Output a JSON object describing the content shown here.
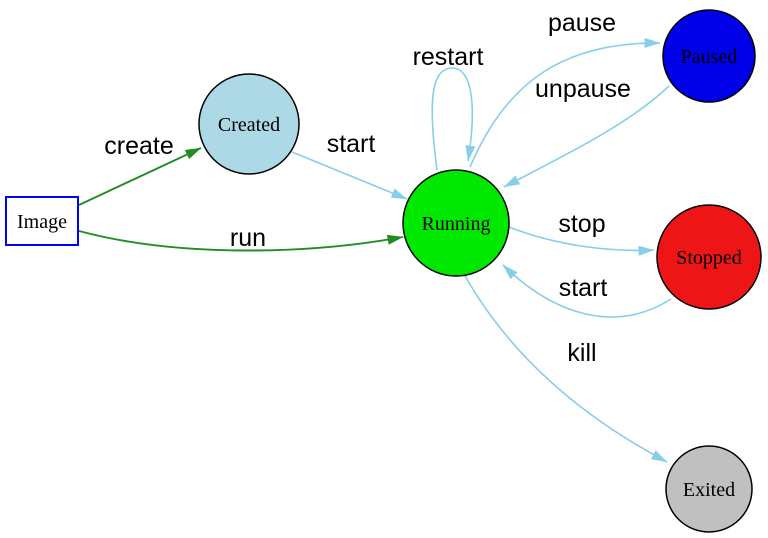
{
  "diagram": {
    "type": "state-diagram",
    "background": "#ffffff",
    "nodes": {
      "image": {
        "label": "Image",
        "shape": "rectangle",
        "fill": "#ffffff",
        "stroke": "#0000ff"
      },
      "created": {
        "label": "Created",
        "shape": "circle",
        "fill": "#add8e6",
        "stroke": "#000000"
      },
      "running": {
        "label": "Running",
        "shape": "circle",
        "fill": "#00e800",
        "stroke": "#000000"
      },
      "paused": {
        "label": "Paused",
        "shape": "circle",
        "fill": "#0000e8",
        "stroke": "#000000"
      },
      "stopped": {
        "label": "Stopped",
        "shape": "circle",
        "fill": "#ed1515",
        "stroke": "#000000"
      },
      "exited": {
        "label": "Exited",
        "shape": "circle",
        "fill": "#c0c0c0",
        "stroke": "#000000"
      }
    },
    "edges": {
      "create": {
        "label": "create",
        "from": "image",
        "to": "created",
        "color": "#228b22"
      },
      "run": {
        "label": "run",
        "from": "image",
        "to": "running",
        "color": "#228b22"
      },
      "start_created": {
        "label": "start",
        "from": "created",
        "to": "running",
        "color": "#87ceeb"
      },
      "restart": {
        "label": "restart",
        "from": "running",
        "to": "running",
        "color": "#87ceeb"
      },
      "pause": {
        "label": "pause",
        "from": "running",
        "to": "paused",
        "color": "#87ceeb"
      },
      "unpause": {
        "label": "unpause",
        "from": "paused",
        "to": "running",
        "color": "#87ceeb"
      },
      "stop": {
        "label": "stop",
        "from": "running",
        "to": "stopped",
        "color": "#87ceeb"
      },
      "start_stopped": {
        "label": "start",
        "from": "stopped",
        "to": "running",
        "color": "#87ceeb"
      },
      "kill": {
        "label": "kill",
        "from": "running",
        "to": "exited",
        "color": "#87ceeb"
      }
    }
  }
}
